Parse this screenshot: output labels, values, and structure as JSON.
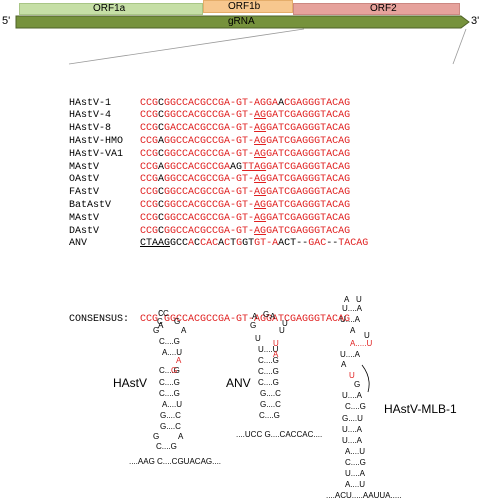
{
  "genome": {
    "orf1a": "ORF1a",
    "orf1b": "ORF1b",
    "orf2": "ORF2",
    "grna": "gRNA",
    "five_prime": "5'",
    "three_prime": "3'",
    "colors": {
      "orf1a": "#c6dfa6",
      "orf1b": "#f7c78e",
      "orf2": "#e6a29c",
      "grna": "#76923c"
    }
  },
  "alignment": {
    "rows": [
      {
        "name": "HAstV-1",
        "segs": [
          [
            "CCG",
            "r"
          ],
          [
            "C",
            "k"
          ],
          [
            "GGCCACGCCGA-GT-AGGA",
            "r"
          ],
          [
            "A",
            "k"
          ],
          [
            "CGAGGGTACAG",
            "r"
          ]
        ]
      },
      {
        "name": "HAstV-4",
        "segs": [
          [
            "CCG",
            "r"
          ],
          [
            "C",
            "k"
          ],
          [
            "GGCCACGCCGA-GT-",
            "r"
          ],
          [
            "AG",
            "ru"
          ],
          [
            "GATCGAGGGTACAG",
            "r"
          ]
        ]
      },
      {
        "name": "HAstV-8",
        "segs": [
          [
            "CCG",
            "r"
          ],
          [
            "C",
            "k"
          ],
          [
            "GACCACGCCGA-GT-",
            "r"
          ],
          [
            "AG",
            "ru"
          ],
          [
            "GATCGAGGGTACAG",
            "r"
          ]
        ]
      },
      {
        "name": "HAstV-HMO",
        "segs": [
          [
            "CCG",
            "r"
          ],
          [
            "A",
            "k"
          ],
          [
            "GGCCACGCCGA-GT-",
            "r"
          ],
          [
            "AG",
            "ru"
          ],
          [
            "GATCGAGGGTACAG",
            "r"
          ]
        ]
      },
      {
        "name": "HAstV-VA1",
        "segs": [
          [
            "CCG",
            "r"
          ],
          [
            "C",
            "k"
          ],
          [
            "GGCCACGCCGA-GT-",
            "r"
          ],
          [
            "AG",
            "ru"
          ],
          [
            "GATCGAGGGTACAG",
            "r"
          ]
        ]
      },
      {
        "name": "MAstV",
        "segs": [
          [
            "CCG",
            "r"
          ],
          [
            "A",
            "k"
          ],
          [
            "GGCCACGCCGA",
            "r"
          ],
          [
            "AG",
            "k"
          ],
          [
            "TTAG",
            "ru"
          ],
          [
            "GATCGAGGGTACAG",
            "r"
          ]
        ]
      },
      {
        "name": "OAstV",
        "segs": [
          [
            "CCG",
            "r"
          ],
          [
            "A",
            "k"
          ],
          [
            "GGCCACGCCGA-GT-",
            "r"
          ],
          [
            "AG",
            "ru"
          ],
          [
            "GATCGAGGGTACAG",
            "r"
          ]
        ]
      },
      {
        "name": "FAstV",
        "segs": [
          [
            "CCG",
            "r"
          ],
          [
            "C",
            "k"
          ],
          [
            "GGCCACGCCGA-GT-",
            "r"
          ],
          [
            "AG",
            "ru"
          ],
          [
            "GATCGAGGGTACAG",
            "r"
          ]
        ]
      },
      {
        "name": "BatAstV",
        "segs": [
          [
            "CCG",
            "r"
          ],
          [
            "C",
            "k"
          ],
          [
            "GGCCACGCCGA-GT-",
            "r"
          ],
          [
            "AG",
            "ru"
          ],
          [
            "GATCGAGGGTACAG",
            "r"
          ]
        ]
      },
      {
        "name": "MAstV",
        "segs": [
          [
            "CCG",
            "r"
          ],
          [
            "C",
            "k"
          ],
          [
            "GGCCACGCCGA-GT-",
            "r"
          ],
          [
            "AG",
            "ru"
          ],
          [
            "GATCGAGGGTACAG",
            "r"
          ]
        ]
      },
      {
        "name": "DAstV",
        "segs": [
          [
            "CCG",
            "r"
          ],
          [
            "C",
            "k"
          ],
          [
            "GGCCACGCCGA-GT-",
            "r"
          ],
          [
            "AG",
            "ru"
          ],
          [
            "GATCGAGGGTACAG",
            "r"
          ]
        ]
      },
      {
        "name": "ANV",
        "segs": [
          [
            "CTAAG",
            "ku"
          ],
          [
            "GCC",
            "k"
          ],
          [
            "A",
            "r"
          ],
          [
            "C",
            "k"
          ],
          [
            "CAC",
            "r"
          ],
          [
            "A",
            "k"
          ],
          [
            "C",
            "r"
          ],
          [
            "T",
            "k"
          ],
          [
            "G",
            "r"
          ],
          [
            "GT",
            "k"
          ],
          [
            "GT-A",
            "r"
          ],
          [
            "ACT--",
            "k"
          ],
          [
            "GAC",
            "r"
          ],
          [
            "--",
            "k"
          ],
          [
            "TACAG",
            "r"
          ]
        ]
      }
    ],
    "consensus_label": "CONSENSUS:",
    "consensus_top": "C",
    "consensus_bottom": "A",
    "consensus_pre": "CCG",
    "consensus_post": "GGCCACGCCGA-GT-AGGATCGAGGGTACAG"
  },
  "structures": {
    "hastv_label": "HAstV",
    "anv_label": "ANV",
    "mlb_label": "HAstV-MLB-1",
    "hastv_base": "....AAG C....CGUACAG....",
    "anv_base": "....UCC G....CACCAC....",
    "mlb_base": "....ACU.....AAUUA....."
  }
}
